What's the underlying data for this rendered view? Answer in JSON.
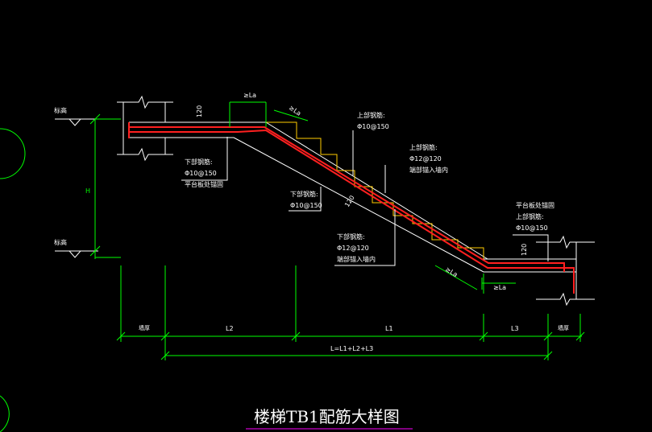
{
  "drawing": {
    "title": "楼梯TB1配筋大样图",
    "elev_mark_top": "标高",
    "elev_mark_bottom": "标高",
    "height_label": "H",
    "la_marks": [
      "≥La",
      "≥La",
      "≥La",
      "≥La"
    ],
    "thickness_labels": [
      "120",
      "120",
      "120"
    ],
    "rebar_labels": {
      "upper_bar_a_head": "上部钢筋:",
      "upper_bar_a_spec": "Φ10@150",
      "upper_bar_b_head": "上部钢筋:",
      "upper_bar_b_spec": "Φ12@120",
      "upper_bar_b_note": "端部锚入墙内",
      "lower_bar_a_head": "下部钢筋:",
      "lower_bar_a_spec": "Φ10@150",
      "lower_bar_a_note": "平台板处锚固",
      "lower_bar_b_head": "下部钢筋:",
      "lower_bar_b_spec": "Φ10@150",
      "lower_bar_c_head": "下部钢筋:",
      "lower_bar_c_spec": "Φ12@120",
      "lower_bar_c_note": "端部锚入墙内",
      "landing_head": "平台板处锚固",
      "landing_sub": "上部钢筋:",
      "landing_spec": "Φ10@150"
    },
    "dimensions": {
      "wall_left": "墙厚",
      "l2": "L2",
      "l1": "L1",
      "l3": "L3",
      "wall_right": "墙厚",
      "total": "L=L1+L2+L3"
    },
    "colors": {
      "background": "#000000",
      "outline": "#ffffff",
      "dimension": "#00ff00",
      "rebar": "#ff2020",
      "stair_steps": "#ffcc00",
      "leader": "#ffffff",
      "title_underline": "#ff00ff"
    }
  }
}
